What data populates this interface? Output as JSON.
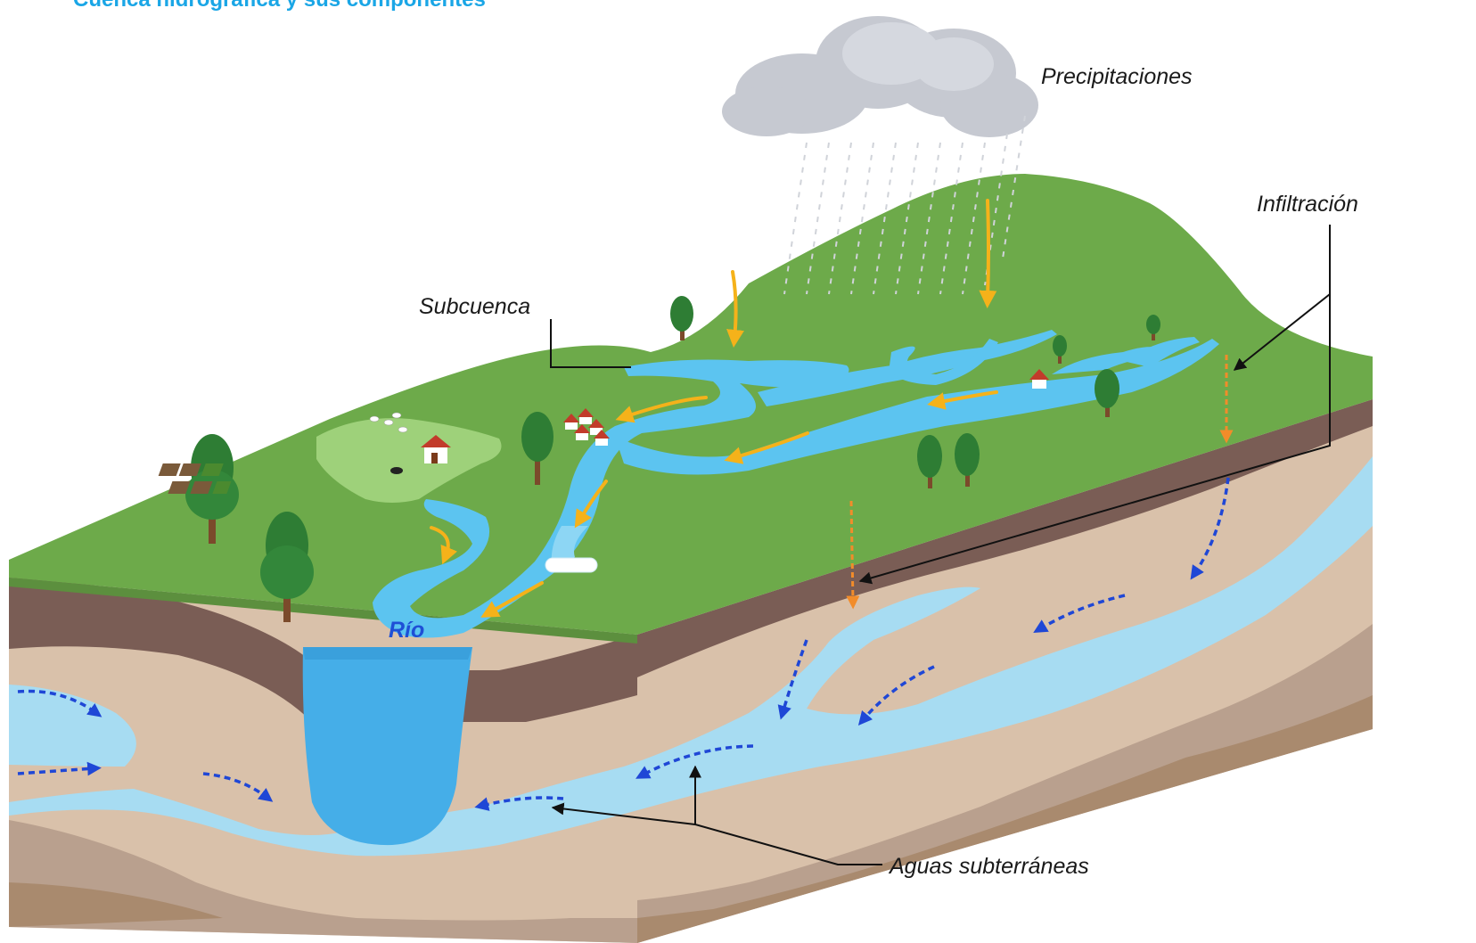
{
  "header": {
    "title": "Cuenca hidrográfica y sus componentes"
  },
  "labels": {
    "precipitaciones": "Precipitaciones",
    "infiltracion": "Infiltración",
    "subcuenca": "Subcuenca",
    "rio": "Río",
    "aguas_subterraneas": "Aguas subterráneas"
  },
  "colors": {
    "title": "#1aa6e6",
    "grass": "#6daa4a",
    "soil_dark": "#7a5d55",
    "soil_mid": "#b9a08e",
    "soil_light": "#d9c1aa",
    "soil_base": "#a98a6e",
    "groundwater": "#a7dcf2",
    "river": "#5cc4f0",
    "river_deep": "#45aee8",
    "runoff_arrow": "#f5b21a",
    "infiltration_arrow": "#f28c2a",
    "flow_arrow": "#1f47d6",
    "cloud": "#c6c9d1"
  }
}
